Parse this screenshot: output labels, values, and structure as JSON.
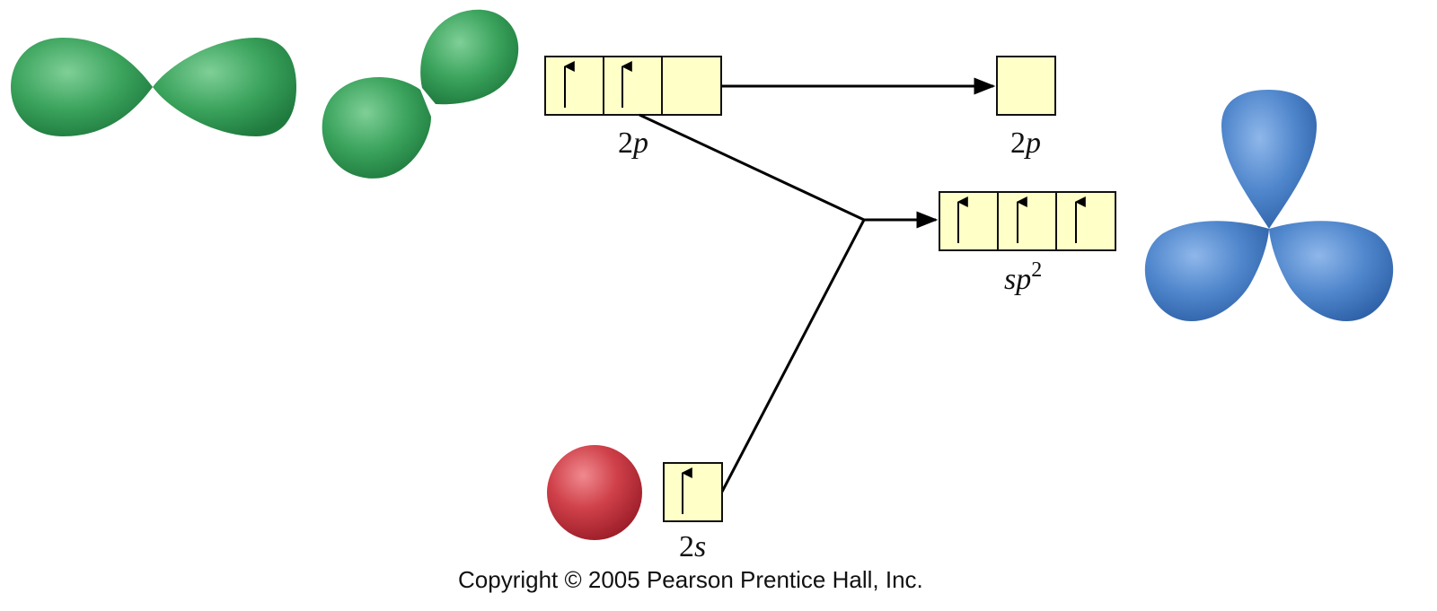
{
  "labels": {
    "top_2p_num": "2",
    "top_2p_letter": "p",
    "right_2p_num": "2",
    "right_2p_letter": "p",
    "sp2_base": "sp",
    "sp2_sup": "2",
    "s2_num": "2",
    "s2_letter": "s"
  },
  "copyright": "Copyright © 2005 Pearson Prentice Hall, Inc.",
  "orbital_boxes": {
    "2p_unhybridized_source": [
      "up",
      "up",
      "empty"
    ],
    "2p_remaining": [
      "empty"
    ],
    "sp2_hybrid": [
      "up",
      "up",
      "up"
    ],
    "2s": [
      "up"
    ]
  },
  "colors": {
    "p_orbital": "#3aa35c",
    "sp2_orbital": "#4f86cc",
    "s_orbital": "#d0414a",
    "box_fill": "#ffffc8"
  }
}
